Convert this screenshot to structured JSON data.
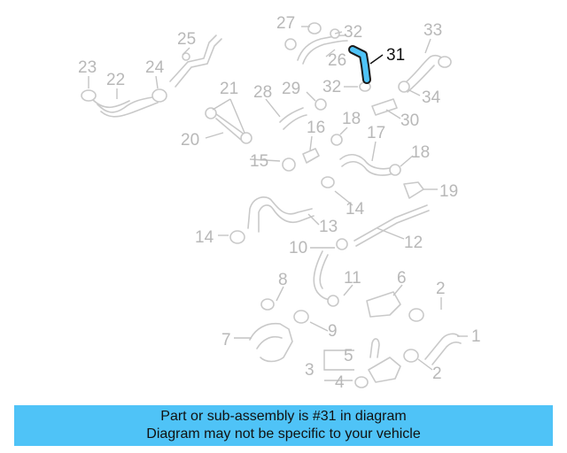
{
  "callouts": [
    "1",
    "2",
    "2",
    "3",
    "4",
    "5",
    "6",
    "7",
    "8",
    "9",
    "10",
    "11",
    "12",
    "13",
    "14",
    "14",
    "15",
    "16",
    "17",
    "18",
    "18",
    "19",
    "20",
    "21",
    "22",
    "23",
    "24",
    "25",
    "26",
    "27",
    "28",
    "29",
    "30",
    "31",
    "32",
    "32",
    "33",
    "34"
  ],
  "highlighted_part": "31",
  "colors": {
    "highlight": "#4fc3f7",
    "banner": "#4fc3f7",
    "line_art": "#c9c9c9"
  },
  "banner": {
    "line1": "Part or sub-assembly is #31 in diagram",
    "line2": "Diagram may not be specific to your vehicle"
  }
}
